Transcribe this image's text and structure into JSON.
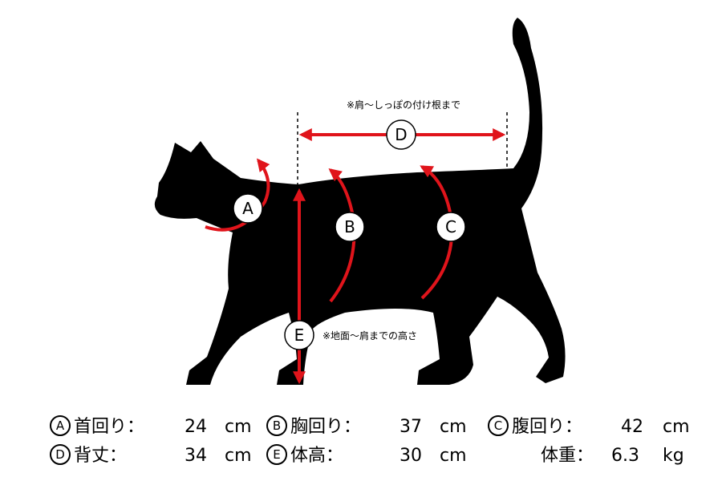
{
  "notes": {
    "back_length": "※肩〜しっぽの付け根まで",
    "height": "※地面〜肩までの高さ"
  },
  "markers": {
    "A": "A",
    "B": "B",
    "C": "C",
    "D": "D",
    "E": "E"
  },
  "colors": {
    "silhouette": "#000000",
    "arrow": "#e0141b",
    "background": "#ffffff"
  },
  "measurements": [
    {
      "key": "A",
      "label": "首回り",
      "value": "24",
      "unit": "cm"
    },
    {
      "key": "B",
      "label": "胸回り",
      "value": "37",
      "unit": "cm"
    },
    {
      "key": "C",
      "label": "腹回り",
      "value": "42",
      "unit": "cm"
    },
    {
      "key": "D",
      "label": "背丈",
      "value": "34",
      "unit": "cm"
    },
    {
      "key": "E",
      "label": "体高",
      "value": "30",
      "unit": "cm"
    },
    {
      "key": "",
      "label": "体重",
      "value": "6.3",
      "unit": "kg"
    }
  ]
}
